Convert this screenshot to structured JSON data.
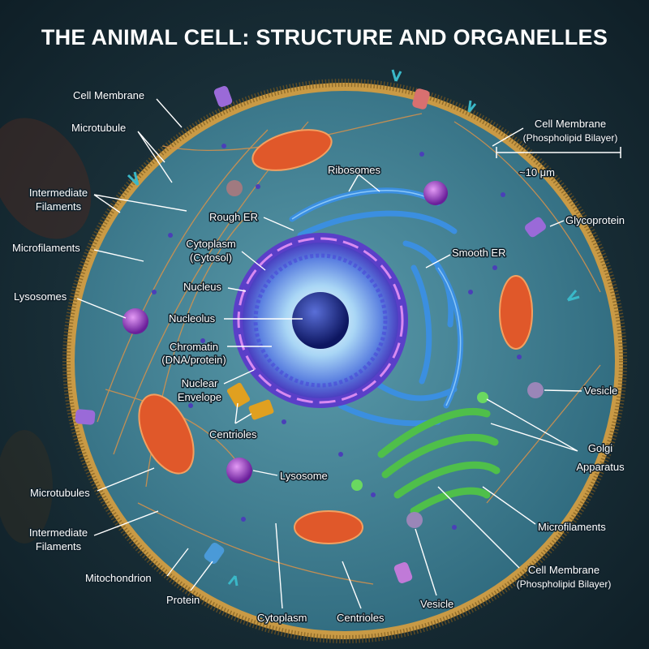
{
  "title": "THE ANIMAL CELL: STRUCTURE AND ORGANELLES",
  "scale_bar": "~10 μm",
  "labels": {
    "cell_membrane_tl": "Cell Membrane",
    "microtubule": "Microtubule",
    "intermediate_1a": "Intermediate",
    "intermediate_1b": "Filaments",
    "microfilaments_l": "Microfilaments",
    "lysosomes": "Lysosomes",
    "rough_er": "Rough ER",
    "cytoplasm_a": "Cytoplasm",
    "cytoplasm_b": "(Cytosol)",
    "nucleus": "Nucleus",
    "nucleolus": "Nucleolus",
    "chromatin_a": "Chromatin",
    "chromatin_b": "(DNA/protein)",
    "nuclear_env_a": "Nuclear",
    "nuclear_env_b": "Envelope",
    "centrioles_mid": "Centrioles",
    "ribosomes": "Ribosomes",
    "smooth_er": "Smooth ER",
    "cell_membrane_tr_a": "Cell Membrane",
    "cell_membrane_tr_b": "(Phospholipid Bilayer)",
    "glycoprotein": "Glycoprotein",
    "vesicle_r": "Vesicle",
    "golgi_a": "Golgi",
    "golgi_b": "Apparatus",
    "microfilaments_r": "Microfilaments",
    "cell_membrane_br_a": "Cell Membrane",
    "cell_membrane_br_b": "(Phospholipid Bilayer)",
    "vesicle_b": "Vesicle",
    "centrioles_b": "Centrioles",
    "cytoplasm_bottom": "Cytoplasm",
    "lysosome": "Lysosome",
    "microtubules": "Microtubules",
    "intermediate_2a": "Intermediate",
    "intermediate_2b": "Filaments",
    "mitochondrion": "Mitochondrion",
    "protein": "Protein"
  },
  "colors": {
    "background": "#162a33",
    "cytoplasm": "#3f7f93",
    "membrane": "#c99a45",
    "nucleus": "#5a4fd0",
    "mitochondria": "#e0582a",
    "golgi": "#4fbf4a",
    "er": "#3b8fe0",
    "lysosome": "#9a3fc0"
  }
}
